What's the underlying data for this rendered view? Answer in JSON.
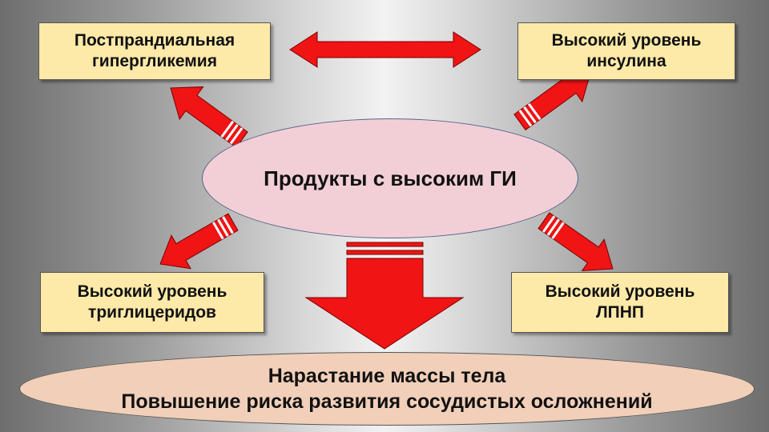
{
  "colors": {
    "arrow_fill": "#f01414",
    "arrow_stroke": "#7a0000",
    "box_fill": "#fde9a8",
    "center_fill": "#f2cfd6",
    "outcome_fill": "#f1cfb9"
  },
  "top_left_box": {
    "line1": "Постпрандиальная",
    "line2": "гипергликемия"
  },
  "top_right_box": {
    "line1": "Высокий уровень",
    "line2": "инсулина"
  },
  "bottom_left_box": {
    "line1": "Высокий уровень",
    "line2": "триглицеридов"
  },
  "bottom_right_box": {
    "line1": "Высокий уровень",
    "line2": "ЛПНП"
  },
  "center": {
    "label": "Продукты с высоким ГИ"
  },
  "outcome": {
    "line1": "Нарастание массы тела",
    "line2": "Повышение риска развития сосудистых осложнений"
  }
}
